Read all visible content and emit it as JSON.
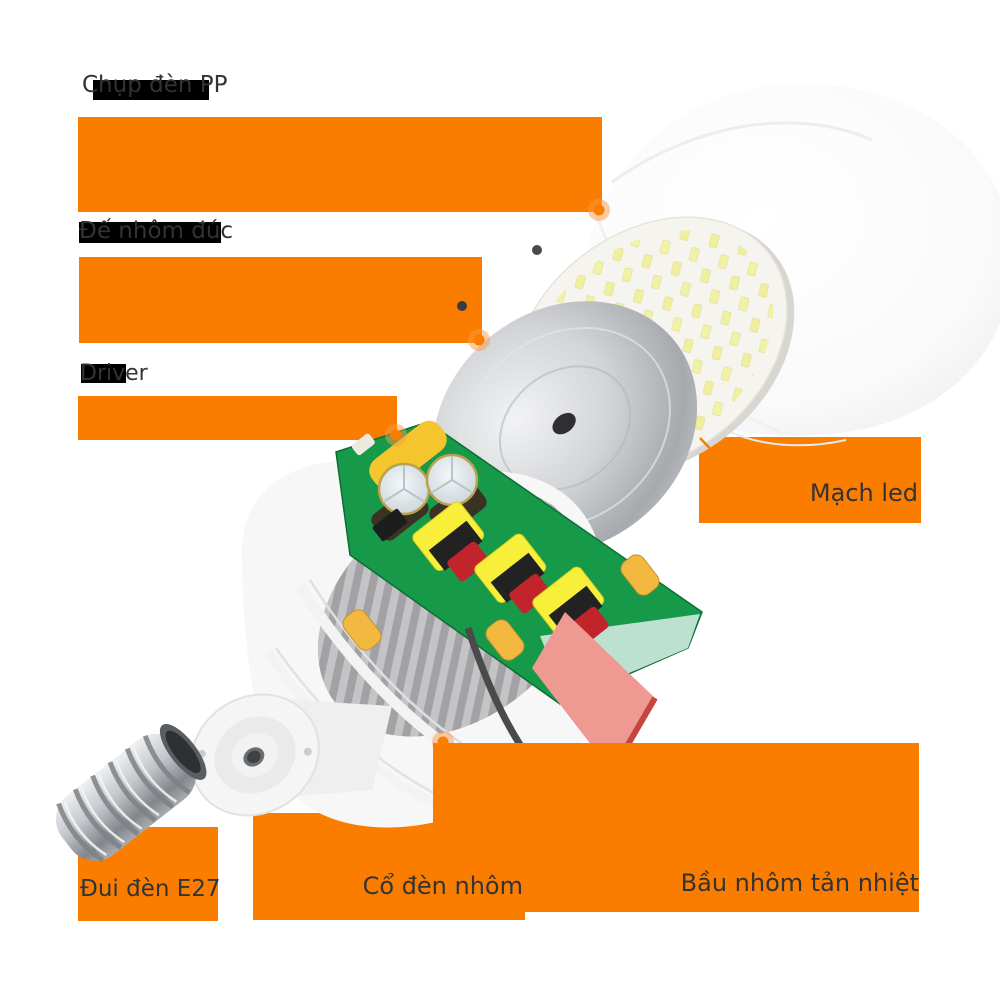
{
  "diagram": {
    "subject": "LED bulb exploded view infographic",
    "labels": {
      "chup_den_pp": "Chụp đèn PP",
      "de_nhom_duc": "Đế nhôm đúc",
      "driver": "Driver",
      "mach_led": "Mạch led",
      "dui_den_e27": "Đui đèn E27",
      "co_den_nhom": "Cổ đèn nhôm",
      "bau_nhom_tan_nhiet": "Bầu nhôm tản nhiệt"
    },
    "colors": {
      "accent_orange": "#FA7D00",
      "callout_halo": "rgba(250,153,69,0.5)",
      "label_text": "#333333",
      "label_highlight_box": "#000000",
      "pcb_green": "#17994A",
      "metal_silver": "#B9BDC2"
    }
  }
}
